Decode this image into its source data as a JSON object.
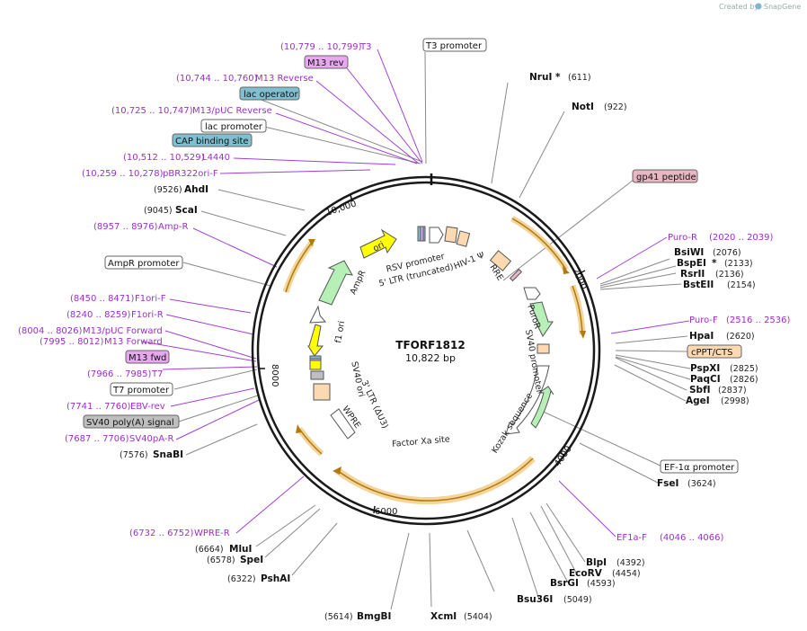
{
  "title": "TFORF1812",
  "size": "10,822 bp",
  "brand": {
    "created_by": "Created by",
    "name": "SnapGene"
  },
  "ticks": [
    "10,000",
    "2000",
    "4000",
    "6000",
    "8000"
  ],
  "features": [
    "RSV promoter",
    "5' LTR (truncated)",
    "HIV-1 Ψ",
    "RRE",
    "PuroR",
    "SV40 promoter",
    "Kozak sequence",
    "Factor Xa site",
    "AmpR",
    "ori",
    "f1 ori",
    "SV40 ori",
    "3' LTR (ΔU3)",
    "WPRE"
  ],
  "labels": {
    "t3_range": "(10,779 .. 10,799)",
    "t3": "T3",
    "m13rev": "M13 rev",
    "m13reverse_range": "(10,744 .. 10,760)",
    "m13reverse": "M13 Reverse",
    "lac_operator": "lac operator",
    "m13puc_rev_range": "(10,725 .. 10,747)",
    "m13puc_rev": "M13/pUC Reverse",
    "lac_promoter": "lac promoter",
    "cap": "CAP binding site",
    "l4440_range": "(10,512 .. 10,529)",
    "l4440": "L4440",
    "pbr_range": "(10,259 .. 10,278)",
    "pbr": "pBR322ori-F",
    "ahdi_pos": "(9526)",
    "ahdi": "AhdI",
    "scai_pos": "(9045)",
    "scai": "ScaI",
    "ampr_p_range": "(8957 .. 8976)",
    "ampr_p": "Amp-R",
    "ampr_promoter": "AmpR promoter",
    "f1orif_range": "(8450 .. 8471)",
    "f1orif": "F1ori-F",
    "f1orir_range": "(8240 .. 8259)",
    "f1orir": "F1ori-R",
    "m13puc_fwd_range": "(8004 .. 8026)",
    "m13puc_fwd": "M13/pUC Forward",
    "m13forward_range": "(7995 .. 8012)",
    "m13forward": "M13 Forward",
    "m13fwd": "M13 fwd",
    "t7_range": "(7966 .. 7985)",
    "t7": "T7",
    "t7promoter": "T7 promoter",
    "ebv_range": "(7741 .. 7760)",
    "ebv": "EBV-rev",
    "sv40polya": "SV40 poly(A) signal",
    "sv40pa_range": "(7687 .. 7706)",
    "sv40pa": "SV40pA-R",
    "snabi_pos": "(7576)",
    "snabi": "SnaBI",
    "wpre_range": "(6732 .. 6752)",
    "wpre": "WPRE-R",
    "mlui_pos": "(6664)",
    "mlui": "MluI",
    "spei_pos": "(6578)",
    "spei": "SpeI",
    "pshai_pos": "(6322)",
    "pshai": "PshAI",
    "bmgbi_pos": "(5614)",
    "bmgbi": "BmgBI",
    "xcmi": "XcmI",
    "xcmi_pos": "(5404)",
    "bsu36i": "Bsu36I",
    "bsu36i_pos": "(5049)",
    "bsrgi": "BsrGI",
    "bsrgi_pos": "(4593)",
    "ecorv": "EcoRV",
    "ecorv_pos": "(4454)",
    "blpi": "BlpI",
    "blpi_pos": "(4392)",
    "ef1af": "EF1a-F",
    "ef1af_range": "(4046 .. 4066)",
    "fsei": "FseI",
    "fsei_pos": "(3624)",
    "ef1a_promoter": "EF-1α promoter",
    "agei": "AgeI",
    "agei_pos": "(2998)",
    "sbfi": "SbfI",
    "sbfi_pos": "(2837)",
    "paqci": "PaqCI",
    "paqci_pos": "(2826)",
    "pspxi": "PspXI",
    "pspxi_pos": "(2825)",
    "cppt": "cPPT/CTS",
    "hpai": "HpaI",
    "hpai_pos": "(2620)",
    "purof": "Puro-F",
    "purof_range": "(2516 .. 2536)",
    "bsteii": "BstEII",
    "bsteii_pos": "(2154)",
    "rsrii": "RsrII",
    "rsrii_pos": "(2136)",
    "bspei": "BspEI",
    "bspei_star": "*",
    "bspei_pos": "(2133)",
    "bsiwi": "BsiWI",
    "bsiwi_pos": "(2076)",
    "puror": "Puro-R",
    "puror_range": "(2020 .. 2039)",
    "gp41": "gp41 peptide",
    "noti": "NotI",
    "noti_pos": "(922)",
    "nrui": "NruI",
    "nrui_star": "*",
    "nrui_pos": "(611)",
    "t3_promoter": "T3 promoter"
  },
  "colors": {
    "primer": "#9b2fc9",
    "orange": "#f5a623",
    "green": "#b6f0b6",
    "yellow": "#ffff00",
    "peach": "#fcd9b0",
    "blue": "#7fbfcf",
    "pink": "#e8b7c4",
    "violet": "#e8a8f0",
    "gray": "#bfbfbf"
  }
}
